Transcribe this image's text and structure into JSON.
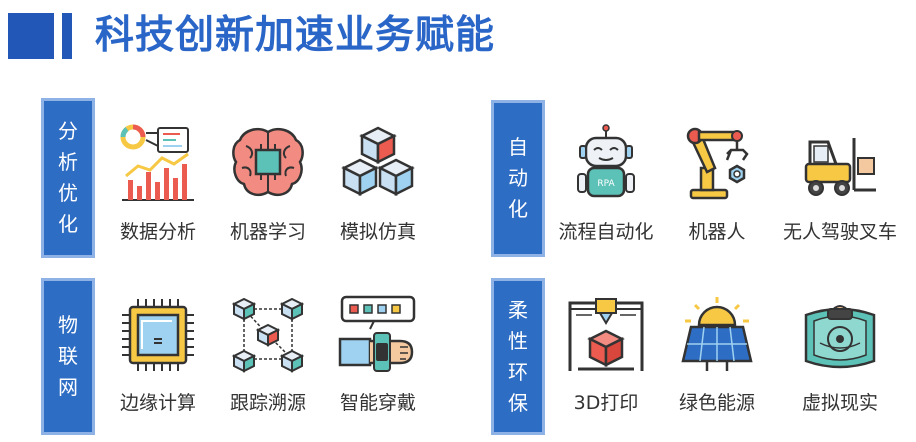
{
  "title": "科技创新加速业务赋能",
  "sections": [
    {
      "tab": [
        "分",
        "析",
        "优",
        "化"
      ],
      "items": [
        {
          "label": "数据分析",
          "icon": "data-analysis-icon"
        },
        {
          "label": "机器学习",
          "icon": "brain-chip-icon"
        },
        {
          "label": "模拟仿真",
          "icon": "cubes-icon"
        }
      ]
    },
    {
      "tab": [
        "自",
        "动",
        "化"
      ],
      "items": [
        {
          "label": "流程自动化",
          "icon": "rpa-robot-icon",
          "badge": "RPA"
        },
        {
          "label": "机器人",
          "icon": "robot-arm-icon"
        },
        {
          "label": "无人驾驶叉车",
          "icon": "forklift-icon"
        }
      ]
    },
    {
      "tab": [
        "物",
        "联",
        "网"
      ],
      "items": [
        {
          "label": "边缘计算",
          "icon": "cpu-chip-icon"
        },
        {
          "label": "跟踪溯源",
          "icon": "network-cubes-icon"
        },
        {
          "label": "智能穿戴",
          "icon": "smartwatch-icon"
        }
      ]
    },
    {
      "tab": [
        "柔",
        "性",
        "环",
        "保"
      ],
      "items": [
        {
          "label": "3D打印",
          "icon": "3d-printer-icon"
        },
        {
          "label": "绿色能源",
          "icon": "solar-panel-icon"
        },
        {
          "label": "虚拟现实",
          "icon": "vr-headset-icon"
        }
      ]
    }
  ],
  "colors": {
    "brand": "#2a66c7",
    "tab": "#2e6dc4",
    "tab_border": "#8fb2e6",
    "accent_red": "#ec5b4f",
    "accent_yellow": "#f7c844",
    "accent_teal": "#5cc1b7",
    "accent_blue": "#9fd2f0"
  }
}
